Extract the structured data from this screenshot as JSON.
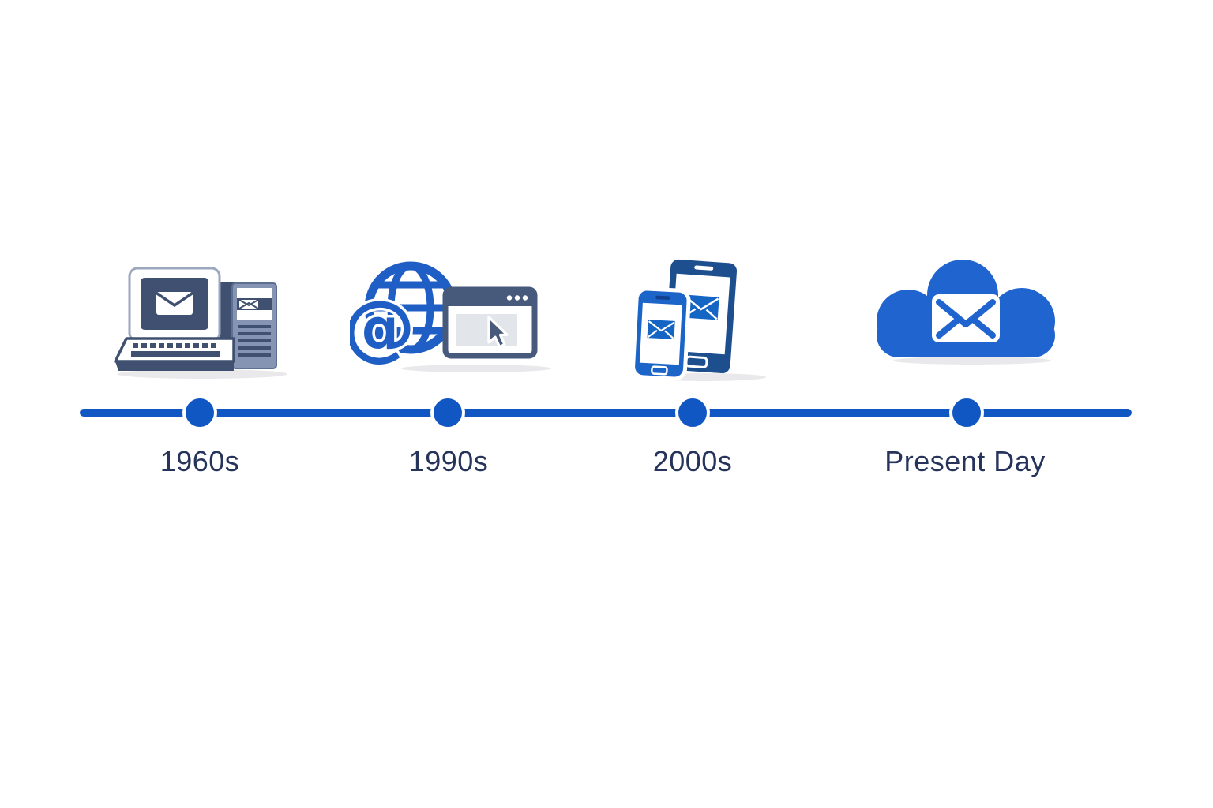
{
  "page": {
    "background_color": "#ffffff",
    "description": "Timeline infographic of the evolution of email"
  },
  "timeline": {
    "line_color": "#1157c3",
    "dot_color": "#1157c3",
    "label_color": "#26345c",
    "milestones": [
      {
        "label": "1960s",
        "icon": "vintage-computer-email-icon"
      },
      {
        "label": "1990s",
        "icon": "globe-at-symbol-browser-icon"
      },
      {
        "label": "2000s",
        "icon": "smartphones-email-icon"
      },
      {
        "label": "Present Day",
        "icon": "cloud-email-icon"
      }
    ]
  },
  "colors": {
    "primary_blue": "#1157c3",
    "bright_blue": "#1b64c8",
    "globe_blue": "#1f5ec4",
    "cloud_blue": "#2064cf",
    "envelope_blue": "#1565c4",
    "dark_slate": "#3f5070",
    "browser_slate": "#475a7c",
    "phone_navy": "#1d4e8e",
    "tower_gray_blue": "#8494b2",
    "label_navy": "#26345c",
    "shadow_gray": "#e9e9ec"
  }
}
